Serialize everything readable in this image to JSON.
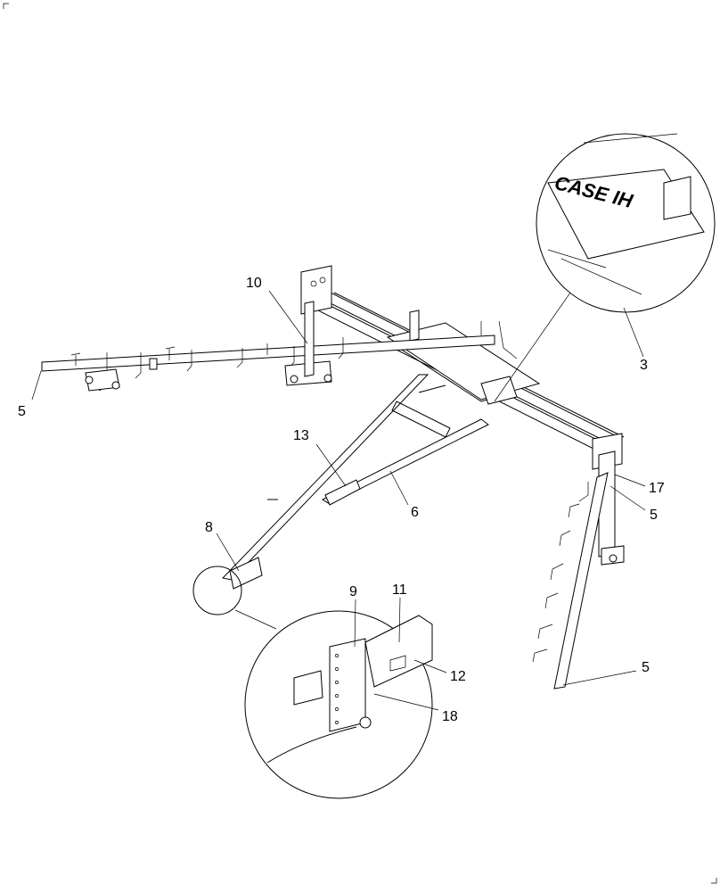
{
  "diagram": {
    "brand_logo": "CASE IH",
    "callouts": {
      "c3": "3",
      "c5_left": "5",
      "c5_right_upper": "5",
      "c5_right_lower": "5",
      "c6": "6",
      "c8": "8",
      "c9": "9",
      "c10": "10",
      "c11": "11",
      "c12": "12",
      "c13": "13",
      "c17": "17",
      "c18": "18"
    }
  }
}
